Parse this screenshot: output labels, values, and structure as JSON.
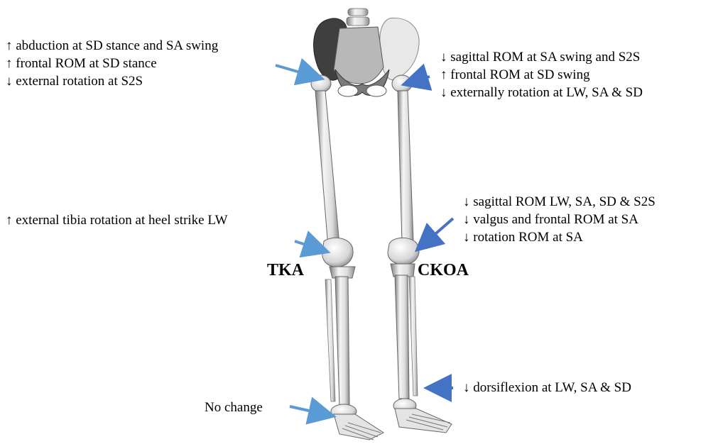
{
  "labels": {
    "left_side": "TKA",
    "right_side": "CKOA"
  },
  "annotations": {
    "left_hip": [
      "↑ abduction at SD stance and SA swing",
      "↑ frontal ROM at SD stance",
      "↓ external rotation at S2S"
    ],
    "right_hip": [
      "↓ sagittal ROM at SA swing and S2S",
      "↑ frontal ROM at SD swing",
      "↓ externally rotation at LW, SA & SD"
    ],
    "left_knee": [
      "↑ external tibia rotation at heel strike LW"
    ],
    "right_knee": [
      "↓ sagittal ROM LW, SA, SD & S2S",
      "↓ valgus and frontal ROM at SA",
      "↓ rotation ROM at SA"
    ],
    "right_ankle": [
      "↓ dorsiflexion at LW, SA & SD"
    ],
    "left_ankle": [
      "No change"
    ]
  },
  "colors": {
    "arrow_light": "#5b9bd5",
    "arrow_dark": "#4472c4",
    "bone": "#e6e6e6",
    "bone_shade": "#9a9a9a"
  }
}
